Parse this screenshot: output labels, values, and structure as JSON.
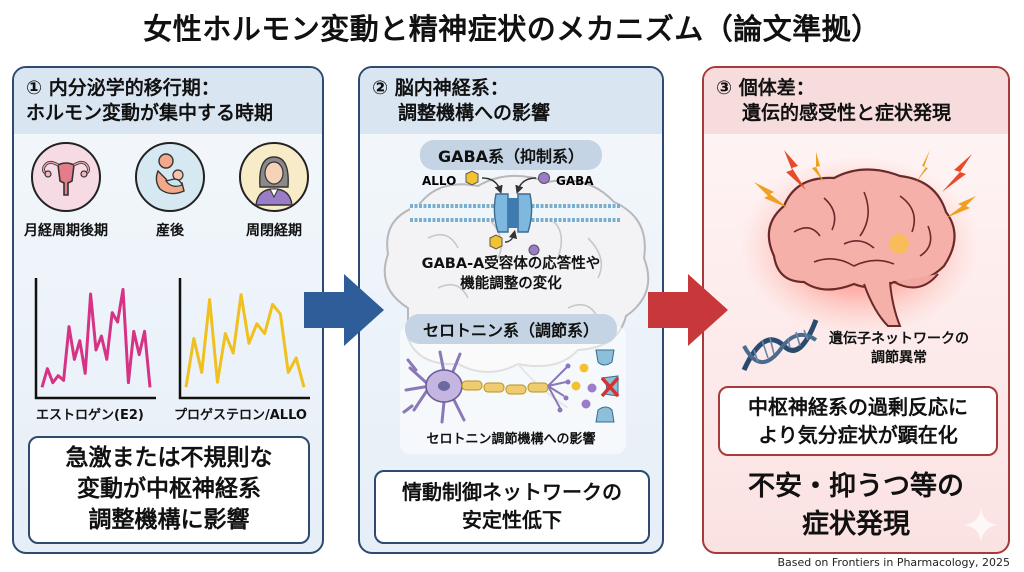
{
  "title": "女性ホルモン変動と精神症状のメカニズム（論文準拠）",
  "panel1": {
    "heading_line1": "① 内分泌学的移行期：",
    "heading_line2": "ホルモン変動が集中する時期",
    "icons": [
      {
        "name": "uterus-icon",
        "label": "月経周期後期"
      },
      {
        "name": "mother-baby-icon",
        "label": "産後"
      },
      {
        "name": "woman-icon",
        "label": "周閉経期"
      }
    ],
    "charts": [
      {
        "label": "エストロゲン(E2)",
        "color": "#d63384"
      },
      {
        "label": "プロゲステロン/ALLO",
        "color": "#f0c020"
      }
    ],
    "callout_lines": [
      "急激または不規則な",
      "変動が中枢神経系",
      "調整機構に影響"
    ]
  },
  "panel2": {
    "heading_line1": "② 脳内神経系：",
    "heading_line2": "調整機構への影響",
    "gaba_pill": "GABA系（抑制系）",
    "allo_label": "ALLO",
    "gaba_label": "GABA",
    "gaba_caption_line1": "GABA-A受容体の応答性や",
    "gaba_caption_line2": "機能調整の変化",
    "sero_pill": "セロトニン系（調節系）",
    "sero_caption": "セロトニン調節機構への影響",
    "callout_line1": "情動制御ネットワークの",
    "callout_line2": "安定性低下"
  },
  "panel3": {
    "heading_line1": "③ 個体差：",
    "heading_line2": "遺伝的感受性と症状発現",
    "dna_label_line1": "遺伝子ネットワークの",
    "dna_label_line2": "調節異常",
    "callout_line1": "中枢神経系の過剰反応に",
    "callout_line2": "より気分症状が顕在化",
    "result_line1": "不安・抑うつ等の",
    "result_line2": "症状発現"
  },
  "colors": {
    "blue_accent": "#2e5d9a",
    "red_accent": "#c8383a",
    "estrogen": "#d63384",
    "progesterone": "#f0c020"
  },
  "chart_data": [
    {
      "type": "line",
      "title": "エストロゲン(E2)",
      "xlabel": "",
      "ylabel": "",
      "series": [
        {
          "name": "E2",
          "values": [
            2,
            10,
            4,
            7,
            5,
            28,
            14,
            22,
            8,
            42,
            18,
            24,
            14,
            34,
            30,
            44,
            4,
            26,
            16,
            26,
            2
          ]
        }
      ],
      "ylim": [
        0,
        48
      ]
    },
    {
      "type": "line",
      "title": "プロゲステロン/ALLO",
      "xlabel": "",
      "ylabel": "",
      "series": [
        {
          "name": "ALLO",
          "values": [
            2,
            22,
            8,
            38,
            4,
            24,
            16,
            40,
            20,
            28,
            24,
            36,
            32,
            8,
            14,
            2
          ]
        }
      ],
      "ylim": [
        0,
        46
      ]
    }
  ],
  "footer": "Based on Frontiers in Pharmacology, 2025"
}
